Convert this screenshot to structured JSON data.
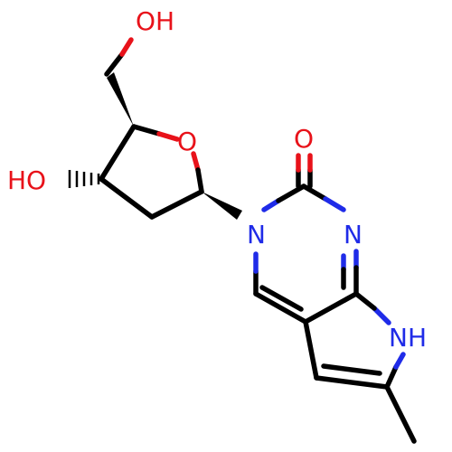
{
  "colors": {
    "carbon": "#000000",
    "oxygen": "#e8121a",
    "nitrogen": "#1f2be8",
    "background": "#ffffff"
  },
  "atoms": {
    "oh_top": {
      "label": "OH",
      "color": "oxygen"
    },
    "ring_oxygen": {
      "label": "O",
      "color": "oxygen"
    },
    "carbonyl_oxygen": {
      "label": "O",
      "color": "oxygen"
    },
    "oh_left": {
      "label": "HO",
      "color": "oxygen"
    },
    "n3": {
      "label": "N",
      "color": "nitrogen"
    },
    "n1": {
      "label": "N",
      "color": "nitrogen"
    },
    "nh": {
      "label": "NH",
      "color": "nitrogen"
    }
  }
}
